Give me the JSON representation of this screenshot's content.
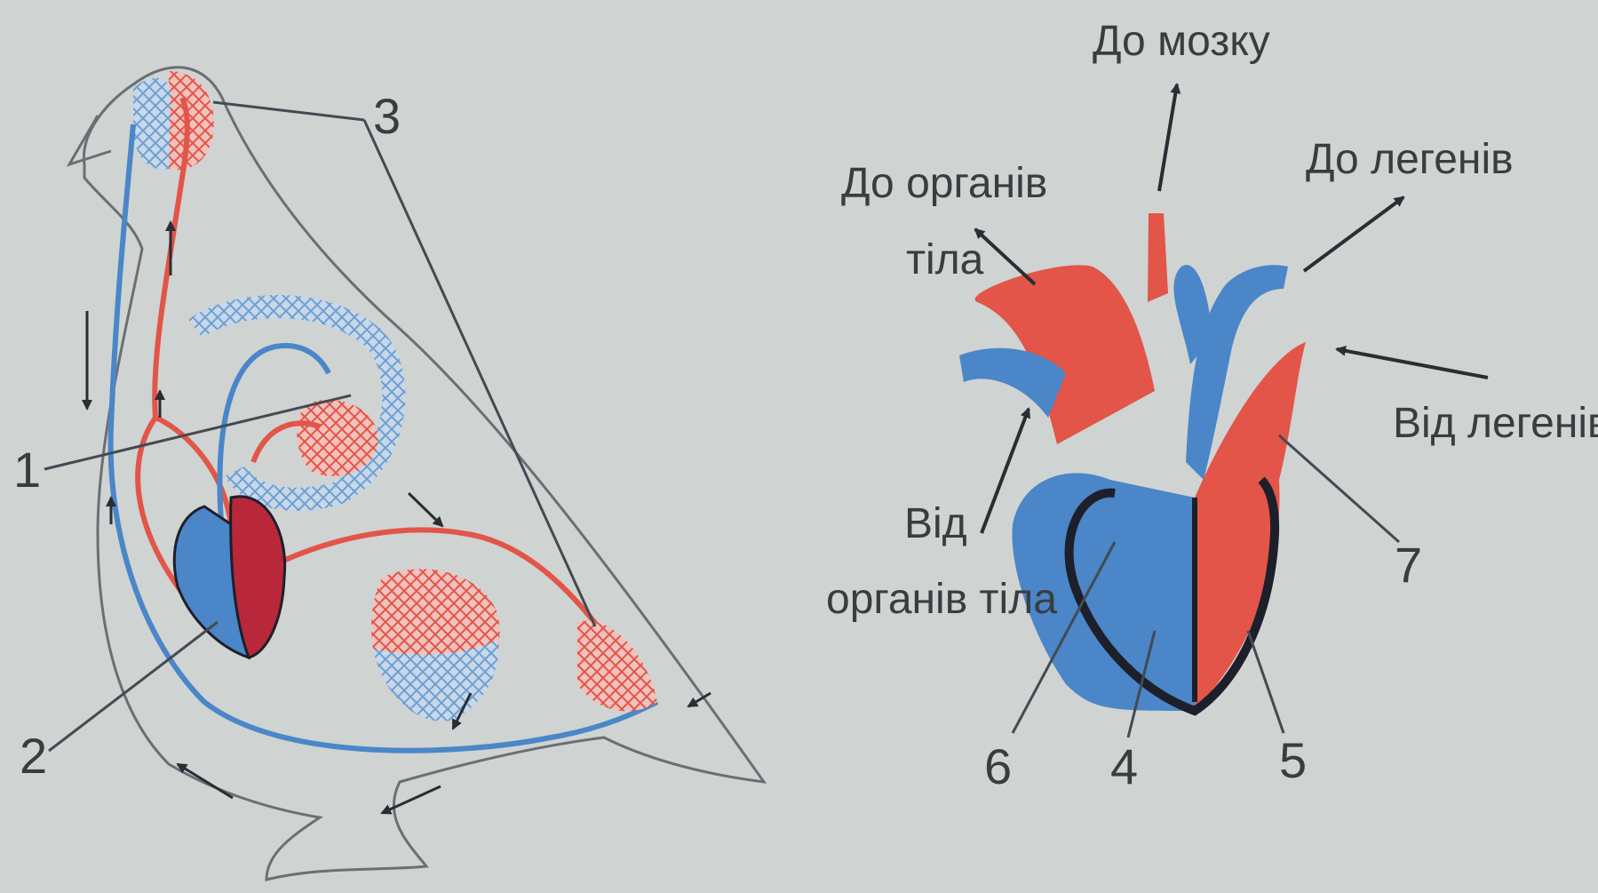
{
  "bird_diagram": {
    "labels": {
      "n1": "1",
      "n2": "2",
      "n3": "3"
    }
  },
  "heart_diagram": {
    "labels": {
      "to_brain": "До мозку",
      "to_lungs": "До легенів",
      "to_body_organs_line1": "До органів",
      "to_body_organs_line2": "тіла",
      "from_lungs": "Від легенів",
      "from_body_organs_line1": "Від",
      "from_body_organs_line2": "органів тіла",
      "n4": "4",
      "n5": "5",
      "n6": "6",
      "n7": "7"
    }
  },
  "colors": {
    "background": "#cfd3d2",
    "artery_red": "#e25548",
    "vein_blue": "#4a86c8",
    "heart_outline": "#1d1f2a",
    "line": "#444a52"
  }
}
